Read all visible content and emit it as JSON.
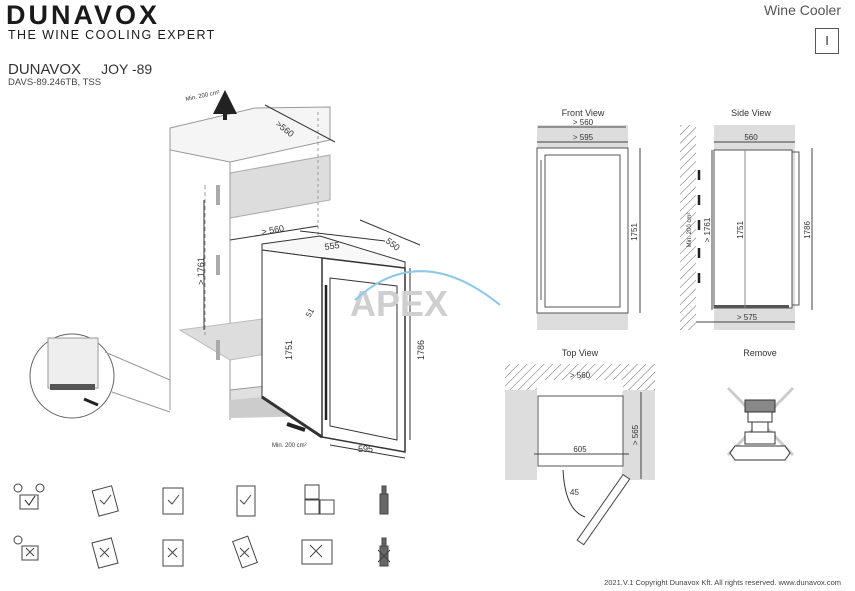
{
  "header": {
    "brand": "DUNAVOX",
    "tagline": "THE WINE COOLING EXPERT",
    "model_brand": "DUNAVOX",
    "model_name": "JOY -89",
    "variant": "DAVS-89.246TB, TSS",
    "doc_type": "Wine Cooler",
    "category": "I"
  },
  "iso_view": {
    "vent_top": "Min. 200 cm²",
    "vent_bottom": "Min. 200 cm²",
    "depth_niche": ">560",
    "width_niche": "> 560",
    "depth_unit": "550",
    "width_top": "555",
    "height_niche": "> 1761",
    "height_body": "1751",
    "height_total": "1786",
    "width_unit": "595",
    "door_gap": "51",
    "watermark": "APEX"
  },
  "front_view": {
    "title": "Front View",
    "width_inner": "> 560",
    "width_outer": "> 595",
    "height": "1751"
  },
  "side_view": {
    "title": "Side View",
    "depth": "560",
    "vent": "Min. 200 cm²",
    "height_niche": "> 1761",
    "height_body": "1751",
    "height_total": "1786",
    "depth_bottom": "> 575"
  },
  "top_view": {
    "title": "Top View",
    "width": "> 560",
    "depth": "> 565",
    "door_width": "605",
    "angle": "45"
  },
  "remove_view": {
    "title": "Remove"
  },
  "footer": {
    "copyright": "2021.V.1 Copyright Dunavox Kft. All rights reserved.   www.dunavox.com"
  },
  "pictograms": {
    "do": [
      "two-person-lift-ok",
      "manual-ok",
      "instructions-ok",
      "level-ok",
      "stacking-ok",
      "bottle-ok"
    ],
    "dont": [
      "single-lift-no",
      "manual-no",
      "instructions-no",
      "tilt-no",
      "stacking-no",
      "bottle-no"
    ]
  }
}
